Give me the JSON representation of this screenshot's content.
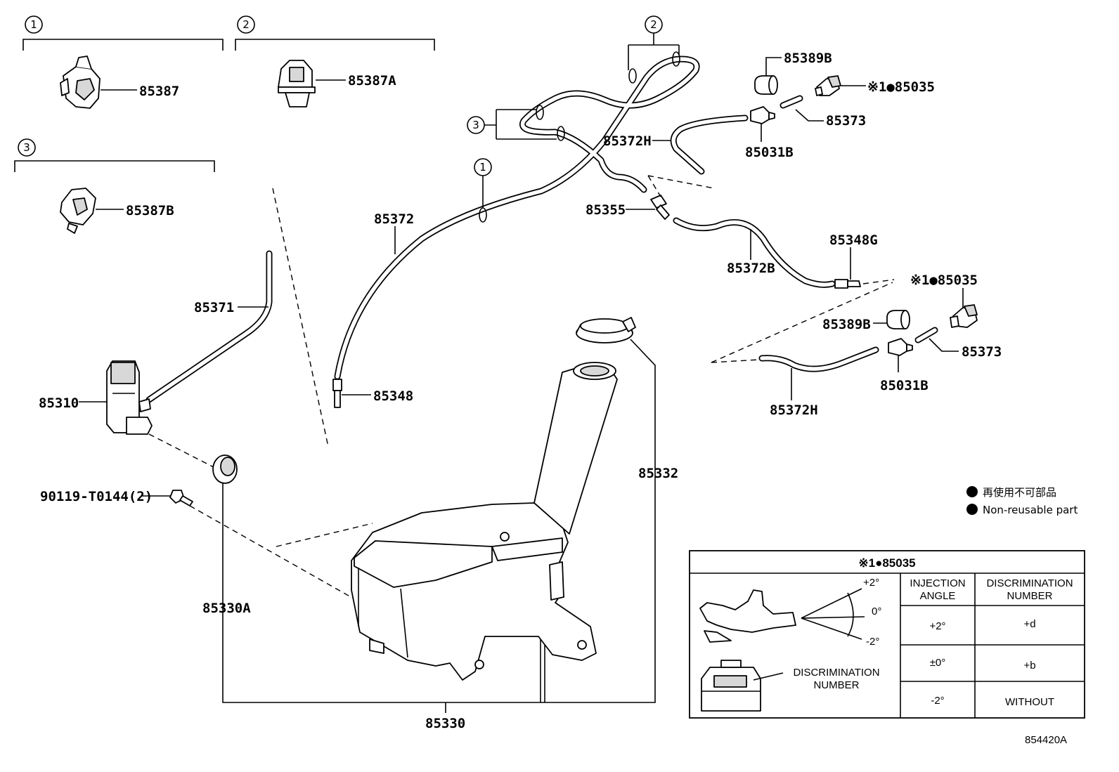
{
  "labels": {
    "p85387": "85387",
    "p85387A": "85387A",
    "p85387B": "85387B",
    "p85371": "85371",
    "p85310": "85310",
    "p90119": "90119-T0144(2)",
    "p85372": "85372",
    "p85348": "85348",
    "p85372H_top": "85372H",
    "p85355": "85355",
    "p85389B_top": "85389B",
    "p85035_top": "※1●85035",
    "p85373_top": "85373",
    "p85031B_top": "85031B",
    "p85372B": "85372B",
    "p85348G": "85348G",
    "p85035_mid": "※1●85035",
    "p85389B_mid": "85389B",
    "p85373_mid": "85373",
    "p85031B_mid": "85031B",
    "p85372H_bot": "85372H",
    "p85332": "85332",
    "p85330A": "85330A",
    "p85330": "85330",
    "diagram_id": "854420A"
  },
  "groups": [
    "1",
    "2",
    "3"
  ],
  "callouts": {
    "c1": "1",
    "c2": "2",
    "c3": "3"
  },
  "legend": {
    "jp": "再使用不可部品",
    "en": "Non-reusable part"
  },
  "table": {
    "title": "※1●85035",
    "col1_line1": "INJECTION",
    "col1_line2": "ANGLE",
    "col2_line1": "DISCRIMINATION",
    "col2_line2": "NUMBER",
    "rows": [
      {
        "angle": "+2°",
        "number": "+d"
      },
      {
        "angle": "±0°",
        "number": "+b"
      },
      {
        "angle": "-2°",
        "number": "WITHOUT"
      }
    ],
    "angle_plus": "+2°",
    "angle_zero": "0°",
    "angle_minus": "-2°",
    "disc_line1": "DISCRIMINATION",
    "disc_line2": "NUMBER"
  },
  "colors": {
    "ink": "#000000",
    "paper": "#ffffff"
  }
}
